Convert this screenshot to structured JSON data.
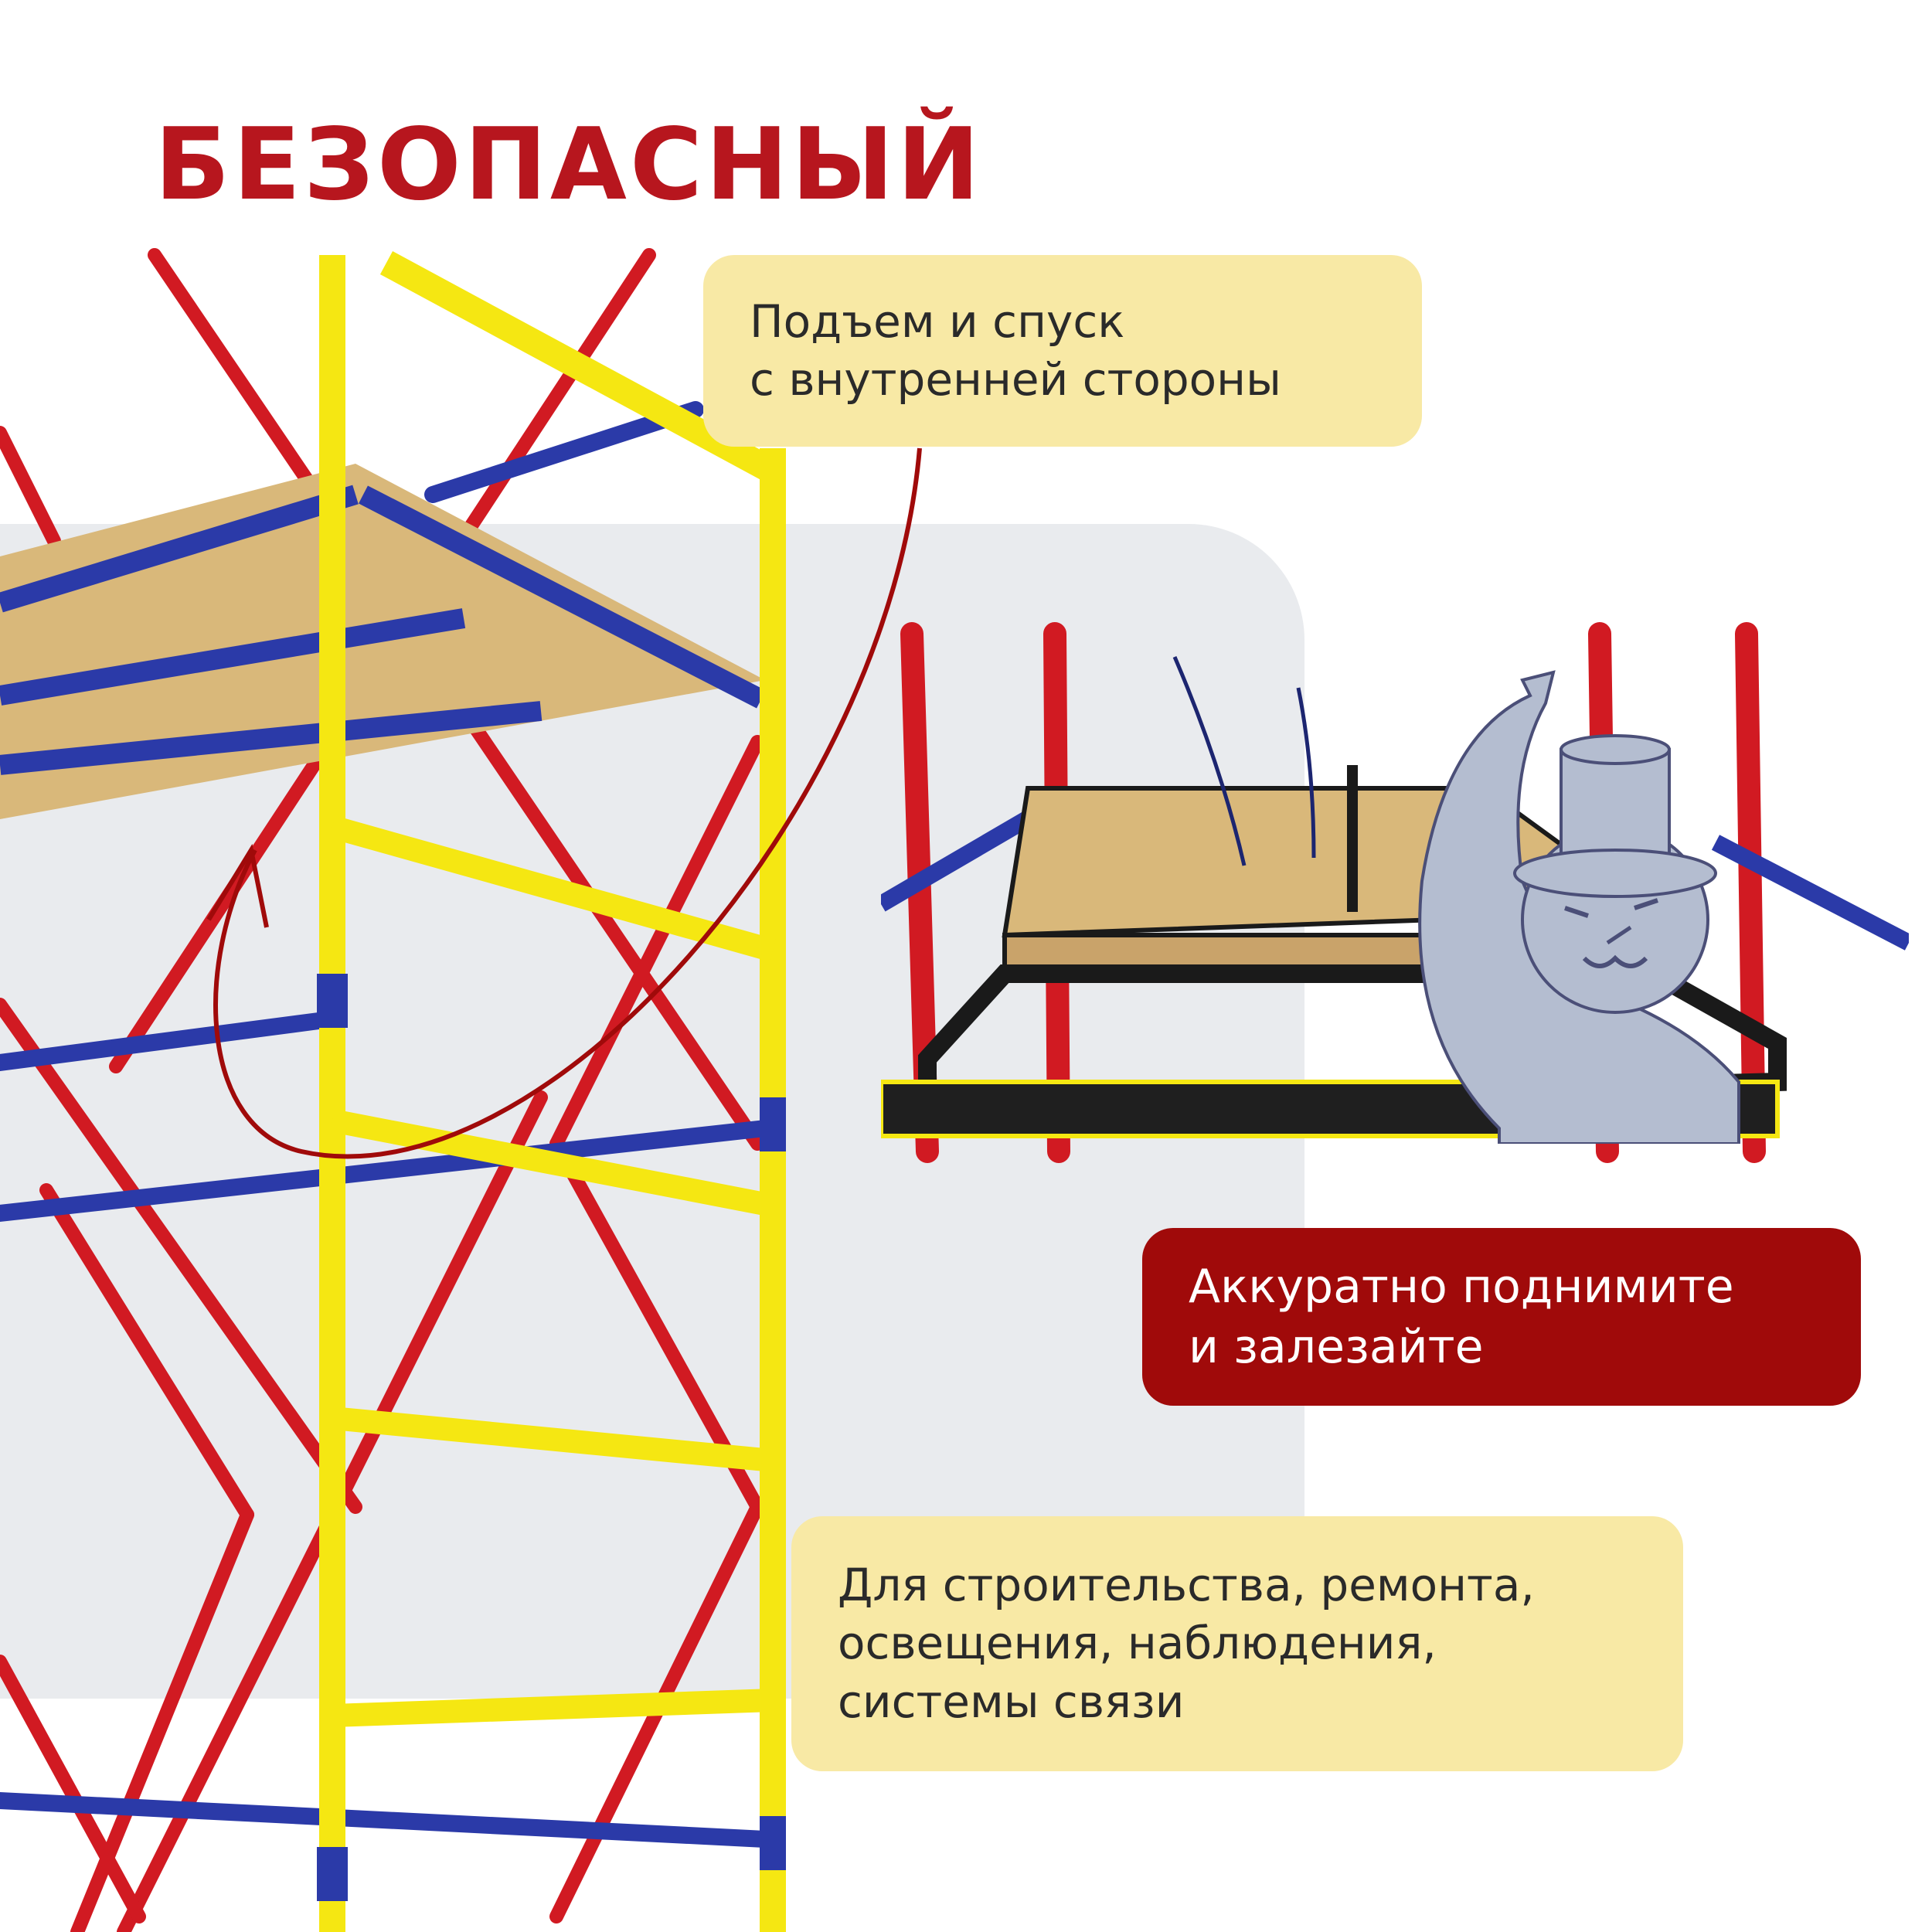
{
  "title": "БЕЗОПАСНЫЙ",
  "callouts": {
    "climb": {
      "line1": "Подъем и спуск",
      "line2": "с внутренней стороны"
    },
    "lift": {
      "line1": "Аккуратно поднимите",
      "line2": "и залезайте"
    },
    "usage": {
      "line1": "Для строительства, ремонта,",
      "line2": "освещения, наблюдения,",
      "line3": "системы связи"
    }
  },
  "colors": {
    "accent_red": "#b7161e",
    "dark_red_callout": "#a00a0a",
    "callout_yellow": "#f8e9a5",
    "panel_gray": "#e9ebee",
    "frame_yellow": "#f5e712",
    "brace_red": "#d11a22",
    "rail_blue": "#2b3aa8",
    "plywood": "#d9b87a",
    "mascot_gray": "#b4bdd0"
  },
  "icons": [
    "scaffold-illustration",
    "hatch-closeup-illustration",
    "mascot-top-hat",
    "curved-arrow"
  ]
}
